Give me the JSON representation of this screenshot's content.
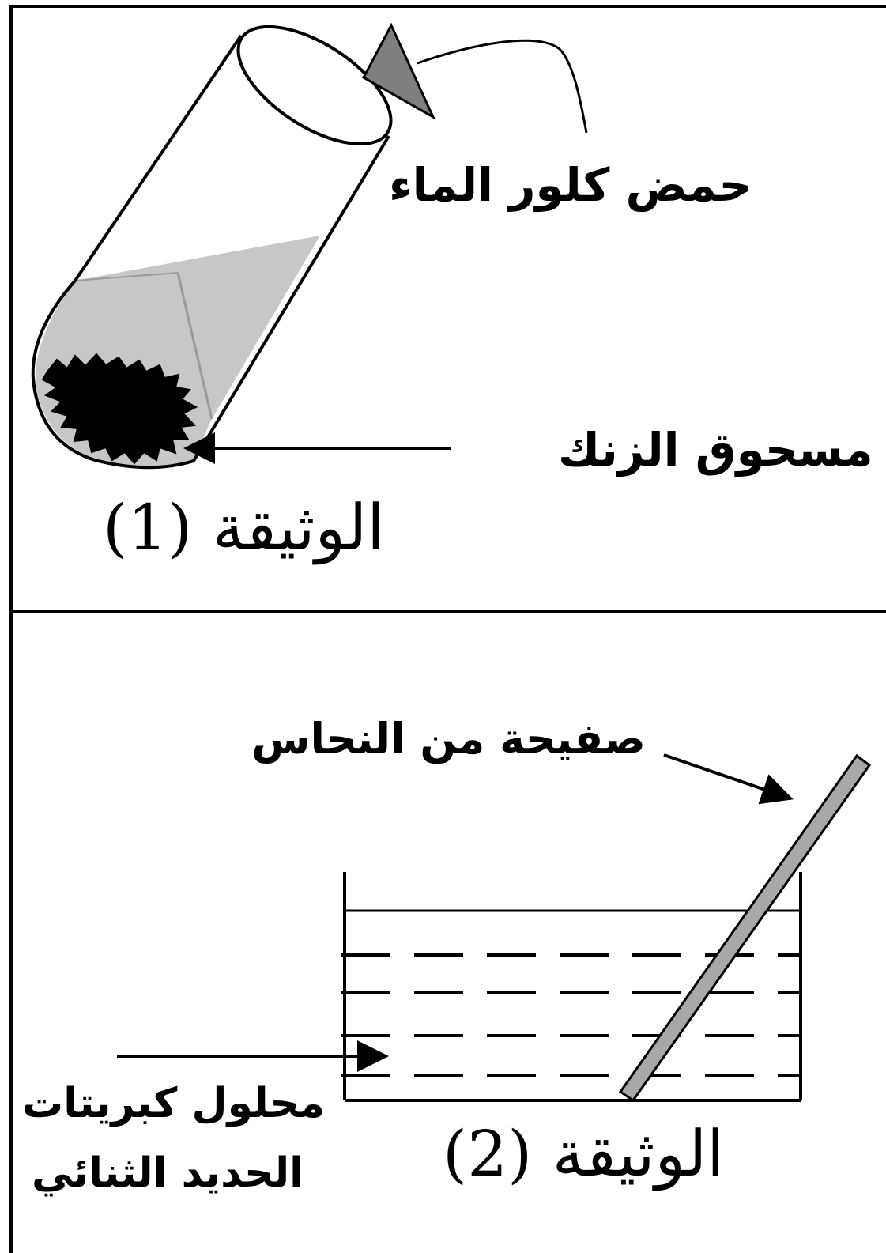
{
  "doc1": {
    "acid_label": "حمض كلور الماء",
    "zinc_label": "مسحوق الزنك",
    "caption": "الوثيقة (1)"
  },
  "doc2": {
    "copper_label": "صفيحة من النحاس",
    "solution_label_line1": "محلول كبريتات",
    "solution_label_line2": "الحديد الثنائي",
    "caption": "الوثيقة (2)"
  }
}
